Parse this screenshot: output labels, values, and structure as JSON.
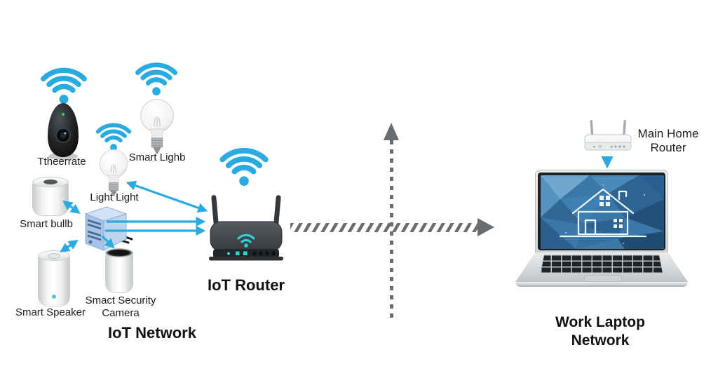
{
  "colors": {
    "accent_cyan": "#29ABE2",
    "divider_gray": "#6A6D70",
    "text": "#1A1A1A",
    "hub_blue": "#A9C6E8",
    "router_dark": "#3A3E43",
    "screen_blue": "#3A78AA"
  },
  "icons": {
    "wireless": "wifi-signal-icon",
    "screen_art": "house-outline-icon",
    "divider_horizontal": "hatched-right-arrow",
    "divider_vertical": "dotted-up-arrow"
  },
  "iot_network": {
    "title": "IoT Network",
    "router_label": "IoT Router",
    "devices": {
      "camera": {
        "label": "Ttheerrate",
        "icon": "smart-camera-icon"
      },
      "bulb_large": {
        "label": "Smart Lighb",
        "icon": "light-bulb-icon"
      },
      "bulb_small": {
        "label": "Light Light",
        "icon": "light-bulb-icon"
      },
      "smart_bulb": {
        "label": "Smart bullb",
        "icon": "smart-device-cylinder-icon"
      },
      "speaker": {
        "label": "Smart Speaker",
        "icon": "smart-speaker-icon"
      },
      "security_camera": {
        "label": "Smact Security Camera",
        "icon": "security-camera-icon"
      }
    }
  },
  "work_network": {
    "title": "Work Laptop Network",
    "router_label": "Main Home Router"
  }
}
